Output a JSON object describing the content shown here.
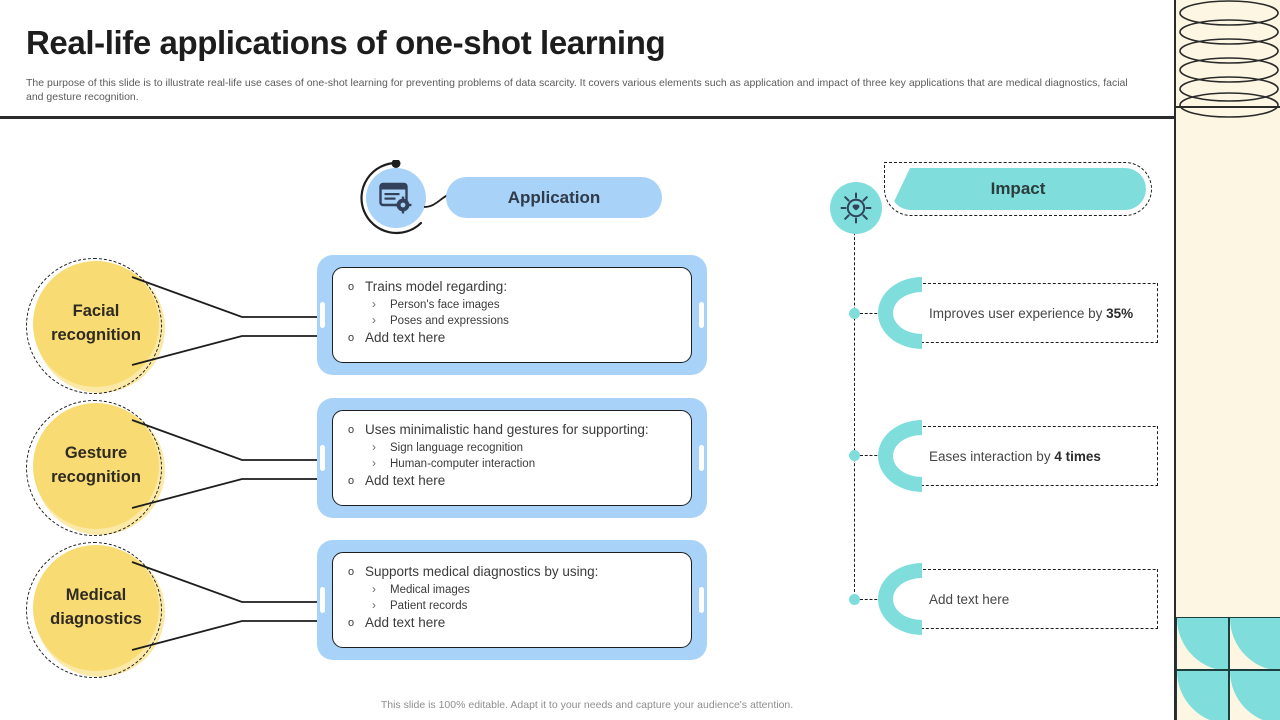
{
  "slide": {
    "title": "Real-life applications of one-shot learning",
    "subtitle": "The purpose of this slide is to illustrate real-life use cases of one-shot learning for preventing problems of data scarcity. It covers various elements such as application and impact of three key applications that are medical diagnostics, facial and gesture recognition.",
    "footer": "This slide is 100% editable. Adapt it to your needs and capture your audience's attention."
  },
  "headers": {
    "application": {
      "label": "Application",
      "icon": "browser-gear-icon",
      "color": "#a8d2f8"
    },
    "impact": {
      "label": "Impact",
      "icon": "impact-target-icon",
      "color": "#7fdedc"
    }
  },
  "categories": [
    {
      "label_line1": "Facial",
      "label_line2": "recognition",
      "color": "#f8dc73"
    },
    {
      "label_line1": "Gesture",
      "label_line2": "recognition",
      "color": "#f8dc73"
    },
    {
      "label_line1": "Medical",
      "label_line2": "diagnostics",
      "color": "#f8dc73"
    }
  ],
  "application_cards": [
    {
      "heading": "Trains model regarding:",
      "sub_items": [
        "Person's face images",
        "Poses and expressions"
      ],
      "placeholder": "Add text here"
    },
    {
      "heading": "Uses minimalistic hand gestures for supporting:",
      "sub_items": [
        "Sign language recognition",
        "Human-computer interaction"
      ],
      "placeholder": "Add text here"
    },
    {
      "heading": "Supports medical diagnostics by using:",
      "sub_items": [
        "Medical images",
        "Patient records"
      ],
      "placeholder": "Add text here"
    }
  ],
  "impact_items": [
    {
      "text_plain": "Improves user experience by ",
      "text_bold": "35%",
      "text_tail": ""
    },
    {
      "text_plain": "Eases interaction by ",
      "text_bold": "4 times",
      "text_tail": ""
    },
    {
      "text_plain": "Add text here",
      "text_bold": "",
      "text_tail": ""
    }
  ],
  "decor": {
    "panel_color": "#fdf6e3",
    "coil_count": 6,
    "quad_color": "#7fdedc"
  }
}
